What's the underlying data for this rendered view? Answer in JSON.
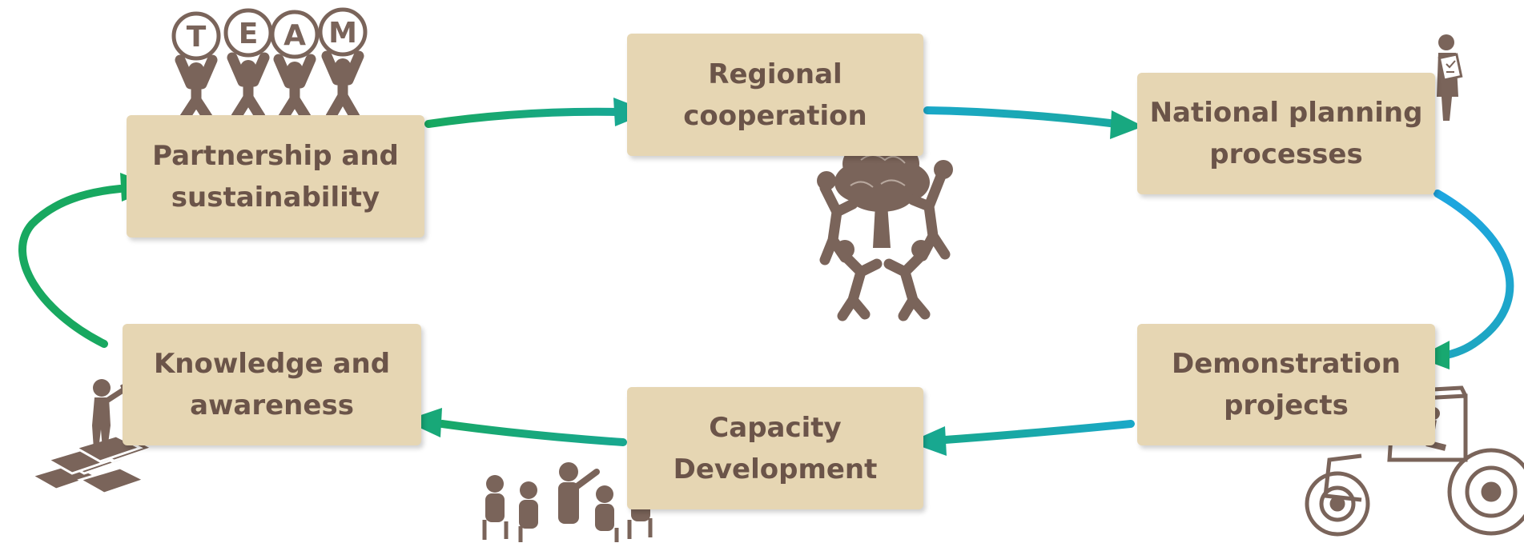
{
  "diagram": {
    "nodes": [
      {
        "id": "regional",
        "lines": [
          "Regional",
          "cooperation"
        ]
      },
      {
        "id": "national",
        "lines": [
          "National planning",
          "processes"
        ]
      },
      {
        "id": "demonstration",
        "lines": [
          "Demonstration",
          "projects"
        ]
      },
      {
        "id": "capacity",
        "lines": [
          "Capacity",
          "Development"
        ]
      },
      {
        "id": "knowledge",
        "lines": [
          "Knowledge and",
          "awareness"
        ]
      },
      {
        "id": "partnership",
        "lines": [
          "Partnership and",
          "sustainability"
        ]
      }
    ],
    "team_letters": [
      "T",
      "E",
      "A",
      "M"
    ],
    "colors": {
      "box_fill": "#e6d6b3",
      "box_text": "#6b5449",
      "figure": "#7a645a",
      "arrow_green": "#18a860",
      "arrow_blue": "#1ea6d6"
    },
    "icons": [
      "team-icon",
      "tree-people-icon",
      "clipboard-person-icon",
      "tractor-icon",
      "meeting-group-icon",
      "megaphone-person-icon"
    ]
  }
}
